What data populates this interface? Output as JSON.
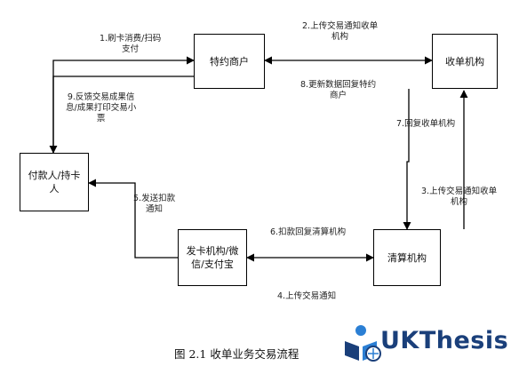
{
  "nodes": {
    "merchant": "特约商户",
    "acquirer": "收单机构",
    "payer": "付款人/持卡\n人",
    "clearing": "清算机构",
    "issuer": "发卡机构/微\n信/支付宝"
  },
  "edges": {
    "e1": "1.刷卡消费/扫码\n支付",
    "e2": "2.上传交易通知收单\n机构",
    "e3": "3.上传交易通知收单\n机构",
    "e4": "4.上传交易通知",
    "e5": "5.发送扣款\n通知",
    "e6": "6.扣款回复清算机构",
    "e7": "7.回复收单机构",
    "e8": "8.更新数据回复特约\n商户",
    "e9": "9.反馈交易成果信\n息/成果打印交易小\n票"
  },
  "caption": "图 2.1  收单业务交易流程",
  "watermark": {
    "text": "UKThesis",
    "color": "#1a3f7a",
    "accent": "#2b7fd4"
  }
}
